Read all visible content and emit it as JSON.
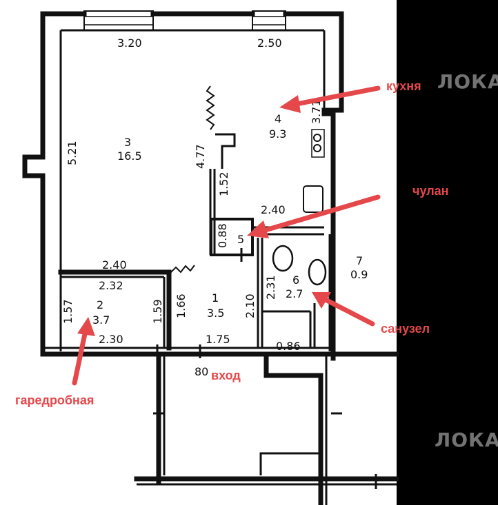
{
  "colors": {
    "background": "#000000",
    "paper": "#ffffff",
    "ink": "#111111",
    "annotation": "#e5484a"
  },
  "dimensions": {
    "top_left": "3.20",
    "top_right": "2.50",
    "left_wall": "5.21",
    "kitchen_right": "3.71",
    "partition_vertical": "4.77",
    "closet_vertical": "1.52",
    "closet_top": "2.40",
    "closet_small": "0.88",
    "wardrobe_top_outer": "2.40",
    "wardrobe_top_inner": "2.32",
    "wardrobe_left": "1.57",
    "wardrobe_right": "1.59",
    "hall_left": "1.66",
    "bath_left": "2.31",
    "hall_right": "2.10",
    "wardrobe_bottom": "2.30",
    "hall_bottom": "1.75",
    "bath_bottom": "0.86",
    "door_width": "80"
  },
  "rooms": [
    {
      "number": "3",
      "area": "16.5"
    },
    {
      "number": "4",
      "area": "9.3"
    },
    {
      "number": "5",
      "area": ""
    },
    {
      "number": "2",
      "area": "3.7"
    },
    {
      "number": "1",
      "area": "3.5"
    },
    {
      "number": "6",
      "area": "2.7"
    },
    {
      "number": "7",
      "area": "0.9"
    }
  ],
  "annotations": {
    "kitchen": "кухня",
    "closet": "чулан",
    "bathroom": "санузел",
    "wardrobe": "гаредробная",
    "entrance": "вход"
  },
  "watermarks": [
    "ЛОКА",
    "ЛОКА"
  ]
}
